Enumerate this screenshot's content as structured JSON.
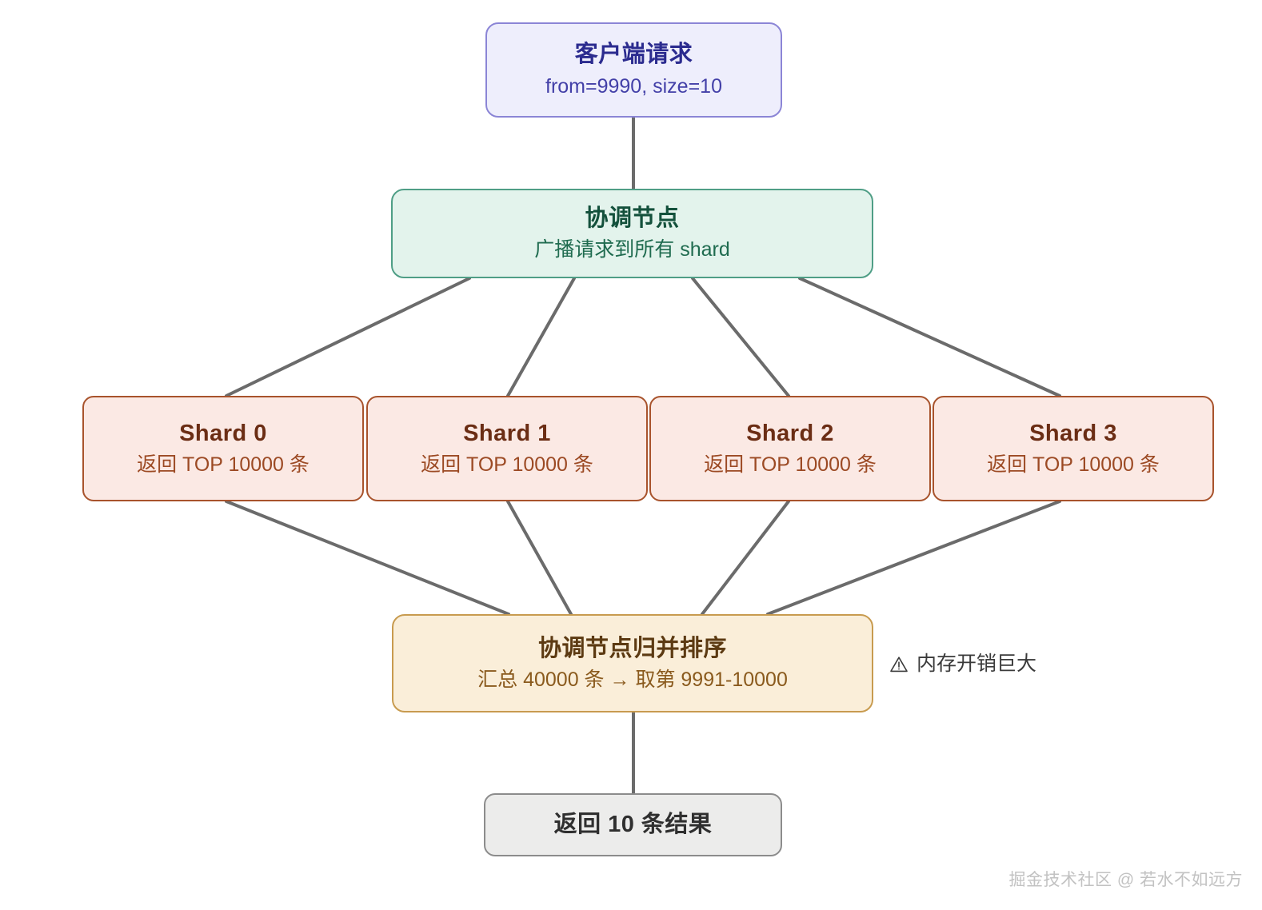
{
  "diagram": {
    "type": "flowchart",
    "title_hidden": true,
    "background": "#ffffff"
  },
  "client": {
    "title": "客户端请求",
    "subtitle": "from=9990, size=10",
    "fill": "#eeeefc",
    "border": "#8b85d6"
  },
  "coordinator": {
    "title": "协调节点",
    "subtitle": "广播请求到所有 shard",
    "fill": "#e3f3ec",
    "border": "#4f9e86"
  },
  "shards": [
    {
      "title": "Shard 0",
      "subtitle": "返回 TOP 10000 条"
    },
    {
      "title": "Shard 1",
      "subtitle": "返回 TOP 10000 条"
    },
    {
      "title": "Shard 2",
      "subtitle": "返回 TOP 10000 条"
    },
    {
      "title": "Shard 3",
      "subtitle": "返回 TOP 10000 条"
    }
  ],
  "shard_style": {
    "fill": "#fbe9e4",
    "border": "#a8532c"
  },
  "merge": {
    "title": "协调节点归并排序",
    "subtitle": "汇总 40000 条 → 取第 9991-10000",
    "fill": "#faeed9",
    "border": "#c89b4f"
  },
  "warning": {
    "icon": "warning-triangle-icon",
    "text": "内存开销巨大",
    "color": "#3a3a3a"
  },
  "result": {
    "title": "返回 10 条结果",
    "fill": "#ececeb",
    "border": "#8c8c8c"
  },
  "watermark": {
    "text": "掘金技术社区 @ 若水不如远方",
    "color": "#c2c2c2"
  },
  "edges": {
    "stroke": "#6b6b6b",
    "description": "client→coordinator; coordinator→each shard; each shard→merge; merge→result"
  }
}
